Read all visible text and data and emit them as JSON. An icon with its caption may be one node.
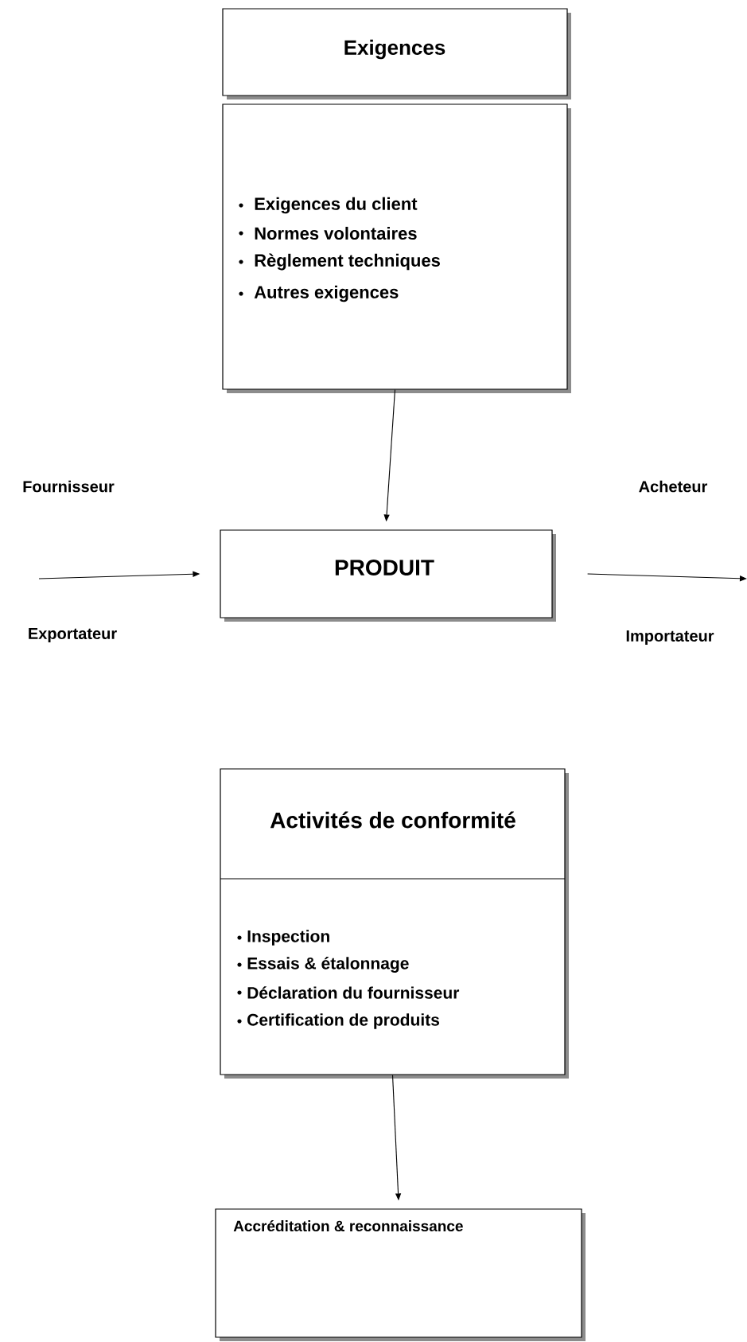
{
  "diagram": {
    "nodes": [
      {
        "text": [
          "Exigences"
        ]
      },
      {
        "text": [
          "Exigences du client",
          "Normes volontaires",
          "Règlement techniques",
          "Autres exigences"
        ]
      },
      {
        "text": [
          "PRODUIT"
        ]
      },
      {
        "text": [
          "Activités de conformité",
          "Inspection",
          "Essais & étalonnage",
          "Déclaration du fournisseur",
          "Certification de produits"
        ]
      },
      {
        "text": [
          "Accréditation & reconnaissance"
        ]
      }
    ],
    "edges": [
      {
        "from": 1,
        "to": 2,
        "arrow": "to"
      },
      {
        "from": null,
        "to": 2,
        "arrow": "to"
      },
      {
        "from": 2,
        "to": null,
        "arrow": "to"
      },
      {
        "from": 3,
        "to": 4,
        "arrow": "to"
      }
    ],
    "labels": [
      "Fournisseur",
      "Acheteur",
      "Exportateur",
      "Importateur"
    ]
  }
}
